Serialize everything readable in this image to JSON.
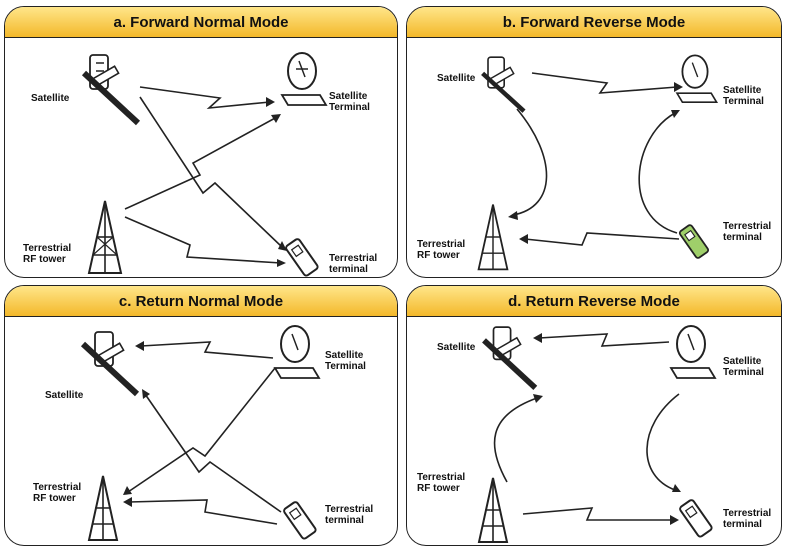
{
  "panels": [
    {
      "id": "a",
      "title": "a.  Forward Normal Mode",
      "satellite_label": "Satellite",
      "satellite_terminal_label": [
        "Satellite",
        "Terminal"
      ],
      "terrestrial_terminal_label": [
        "Terrestrial",
        "terminal"
      ],
      "tower_label": [
        "Terrestrial",
        "RF tower"
      ]
    },
    {
      "id": "b",
      "title": "b.  Forward Reverse Mode",
      "satellite_label": "Satellite",
      "satellite_terminal_label": [
        "Satellite",
        "Terminal"
      ],
      "terrestrial_terminal_label": [
        "Terrestrial",
        "terminal"
      ],
      "tower_label": [
        "Terrestrial",
        "RF tower"
      ]
    },
    {
      "id": "c",
      "title": "c.  Return Normal Mode",
      "satellite_label": "Satellite",
      "satellite_terminal_label": [
        "Satellite",
        "Terminal"
      ],
      "terrestrial_terminal_label": [
        "Terrestrial",
        "terminal"
      ],
      "tower_label": [
        "Terrestrial",
        "RF tower"
      ]
    },
    {
      "id": "d",
      "title": "d.  Return Reverse Mode",
      "satellite_label": "Satellite",
      "satellite_terminal_label": [
        "Satellite",
        "Terminal"
      ],
      "terrestrial_terminal_label": [
        "Terrestrial",
        "terminal"
      ],
      "tower_label": [
        "Terrestrial",
        "RF tower"
      ]
    }
  ],
  "colors": {
    "header_top": "#ffe68a",
    "header_bottom": "#f3b82a",
    "phone_highlight": "#9fcf6a",
    "line": "#222222"
  }
}
